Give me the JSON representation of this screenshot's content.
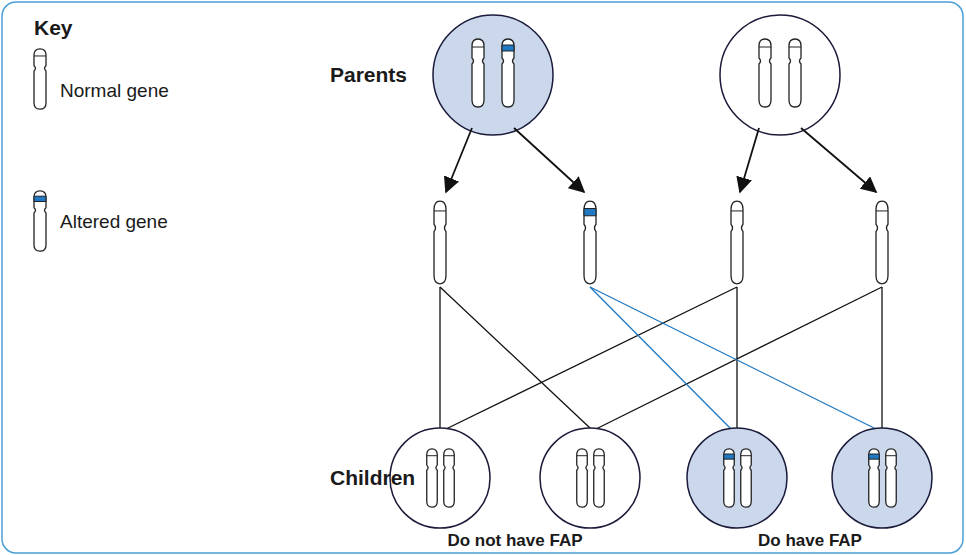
{
  "diagram": {
    "labels": [
      "Key",
      "Parents",
      "Children",
      "Do not have FAP",
      "Do have FAP"
    ],
    "legend": [
      {
        "text": "Normal gene"
      },
      {
        "text": "Altered gene"
      }
    ]
  }
}
